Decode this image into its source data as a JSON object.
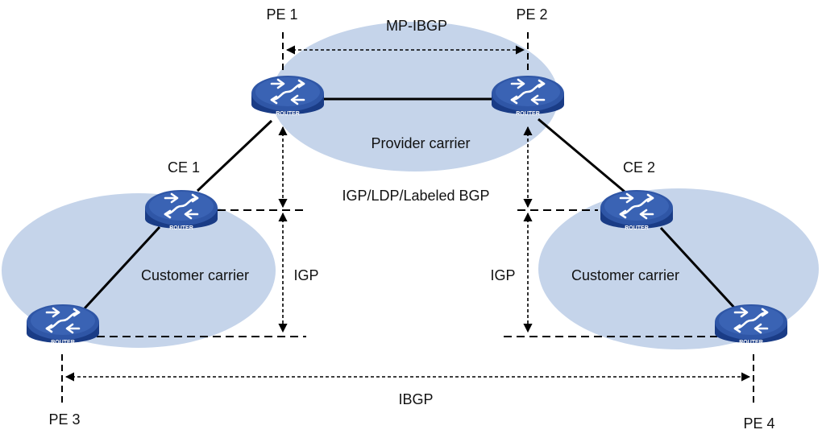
{
  "colors": {
    "cloud": "#c5d4ea",
    "router_top": "#2f56a6",
    "router_side": "#1a3c86",
    "router_band": "#14306e",
    "line": "#000000"
  },
  "clouds": {
    "provider": "Provider carrier",
    "customer_left": "Customer carrier",
    "customer_right": "Customer carrier"
  },
  "routers": {
    "pe1": {
      "name": "PE 1",
      "badge": "ROUTER"
    },
    "pe2": {
      "name": "PE 2",
      "badge": "ROUTER"
    },
    "ce1": {
      "name": "CE 1",
      "badge": "ROUTER"
    },
    "ce2": {
      "name": "CE 2",
      "badge": "ROUTER"
    },
    "pe3": {
      "name": "PE 3",
      "badge": "ROUTER"
    },
    "pe4": {
      "name": "PE 4",
      "badge": "ROUTER"
    }
  },
  "protocols": {
    "mp_ibgp": "MP-IBGP",
    "igp_ldp_bgp": "IGP/LDP/Labeled BGP",
    "igp_left": "IGP",
    "igp_right": "IGP",
    "ibgp": "IBGP"
  },
  "icons": {
    "router": "router-icon"
  }
}
